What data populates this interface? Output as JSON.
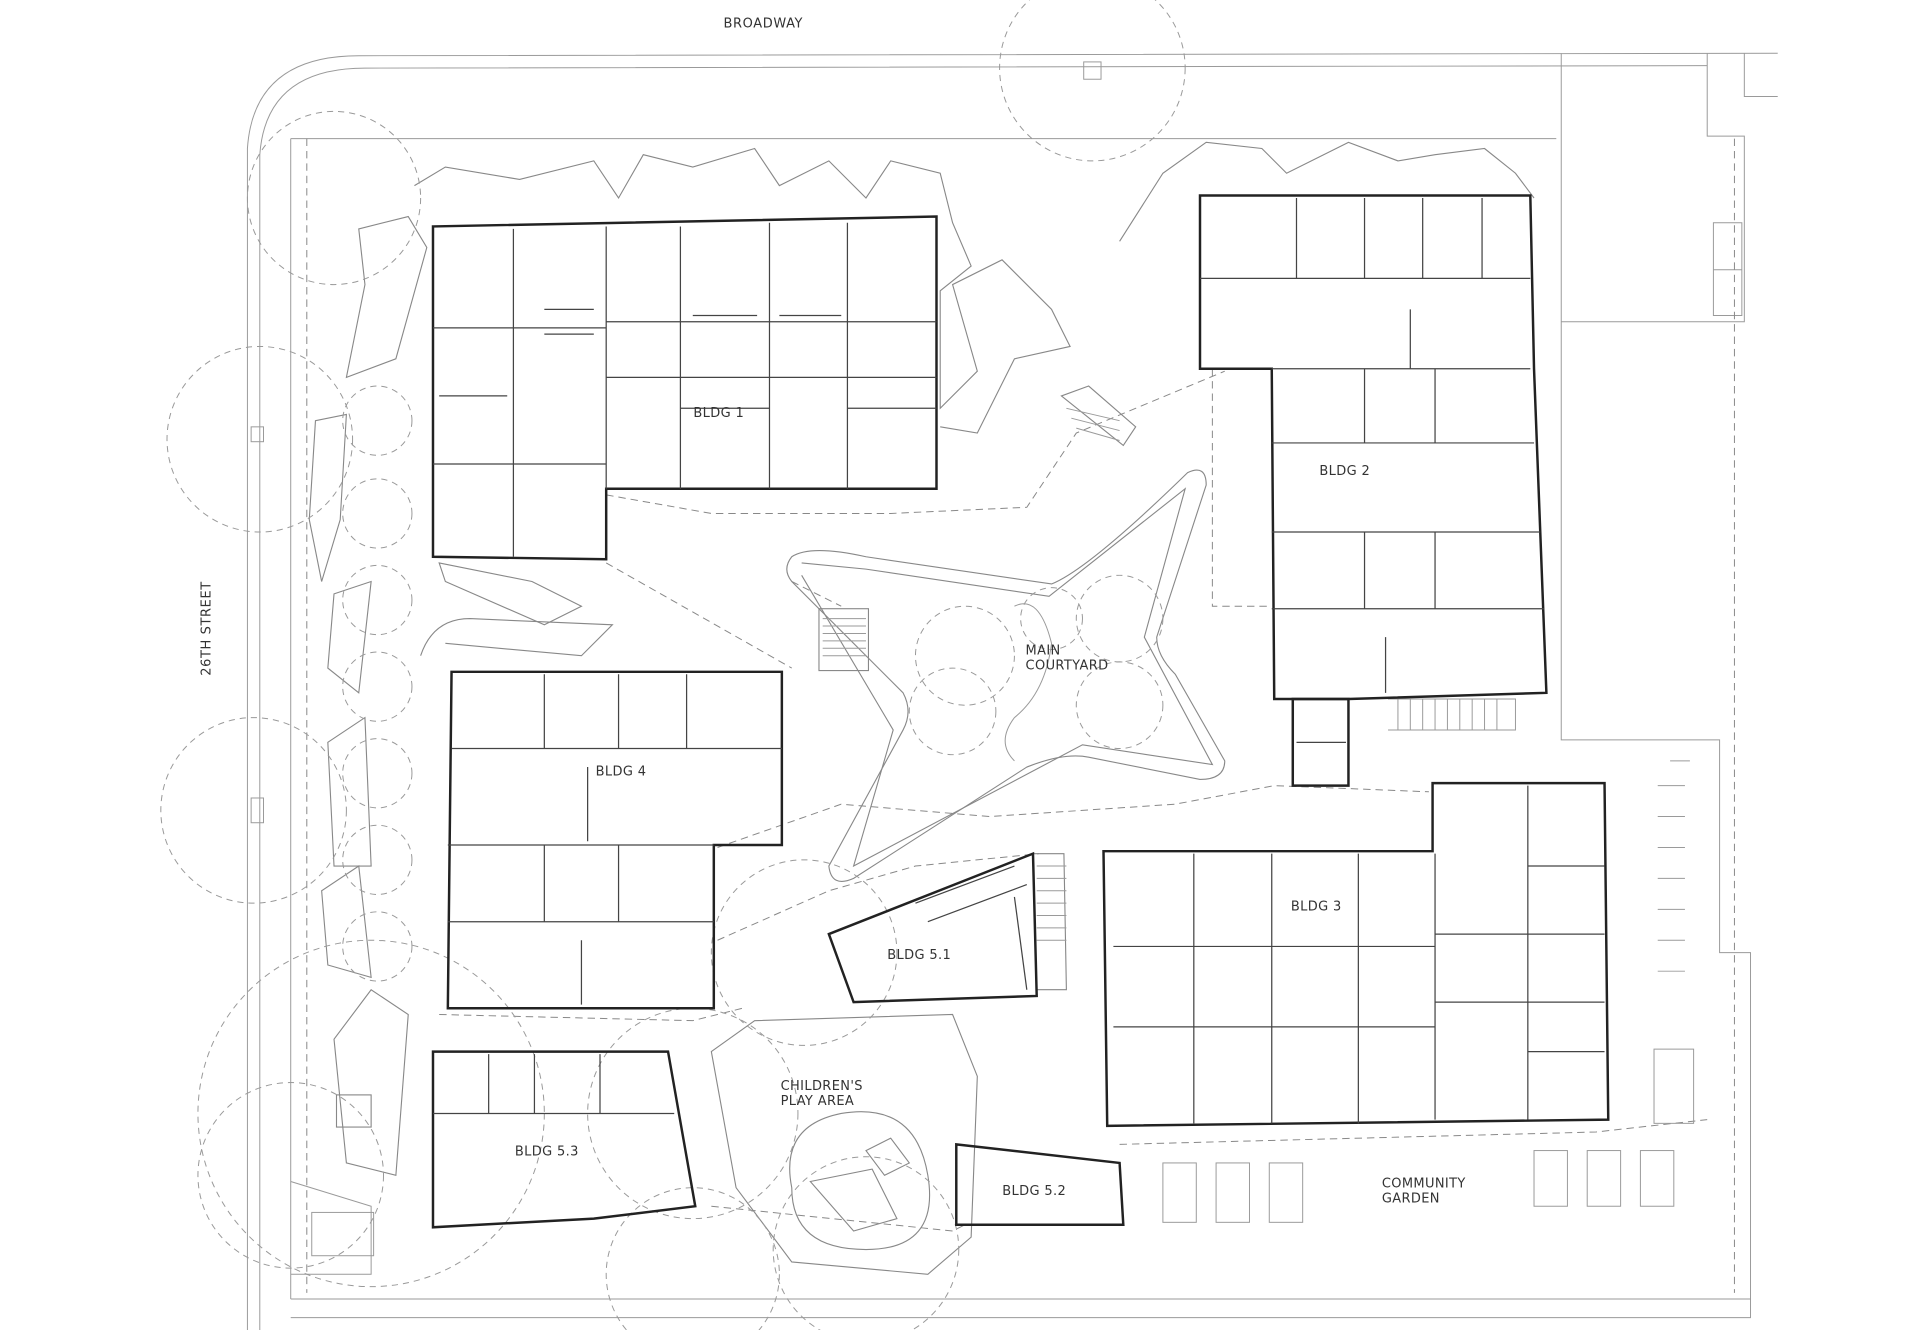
{
  "streets": {
    "north": "BROADWAY",
    "west": "26TH STREET"
  },
  "buildings": {
    "bldg1": "BLDG 1",
    "bldg2": "BLDG 2",
    "bldg3": "BLDG 3",
    "bldg4": "BLDG 4",
    "bldg51": "BLDG 5.1",
    "bldg52": "BLDG 5.2",
    "bldg53": "BLDG 5.3"
  },
  "areas": {
    "courtyard": [
      "MAIN",
      "COURTYARD"
    ],
    "play_area": [
      "CHILDREN'S",
      "PLAY AREA"
    ],
    "garden": [
      "COMMUNITY",
      "GARDEN"
    ]
  },
  "colors": {
    "building_outline": "#222222",
    "site_lines": "#9a9a9a",
    "background": "#ffffff"
  }
}
